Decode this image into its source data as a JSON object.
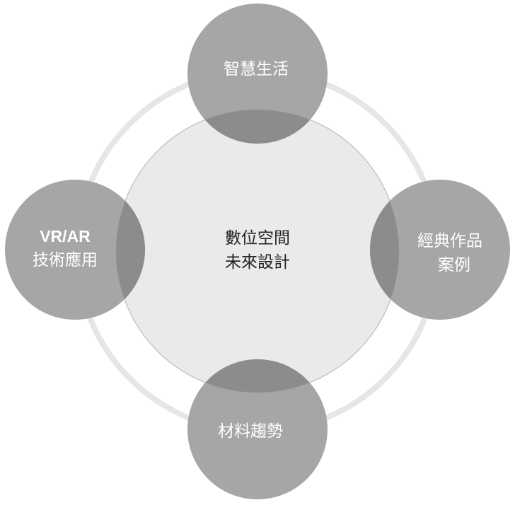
{
  "diagram": {
    "type": "radial-cycle",
    "center": {
      "line1": "數位空間",
      "line2": "未來設計"
    },
    "nodes": {
      "top": {
        "label": "智慧生活"
      },
      "right": {
        "line1": "經典作品",
        "line2": "案例"
      },
      "bottom": {
        "label": "材料趨勢"
      },
      "left": {
        "line1": "VR/AR",
        "line2": "技術應用"
      }
    },
    "colors": {
      "ring": "#e6e6e6",
      "center_fill": "#eaeaea",
      "node_fill": "#a6a6a6",
      "overlap_fill": "#8c8c8c",
      "node_text": "#ffffff",
      "center_text": "#222222"
    }
  }
}
